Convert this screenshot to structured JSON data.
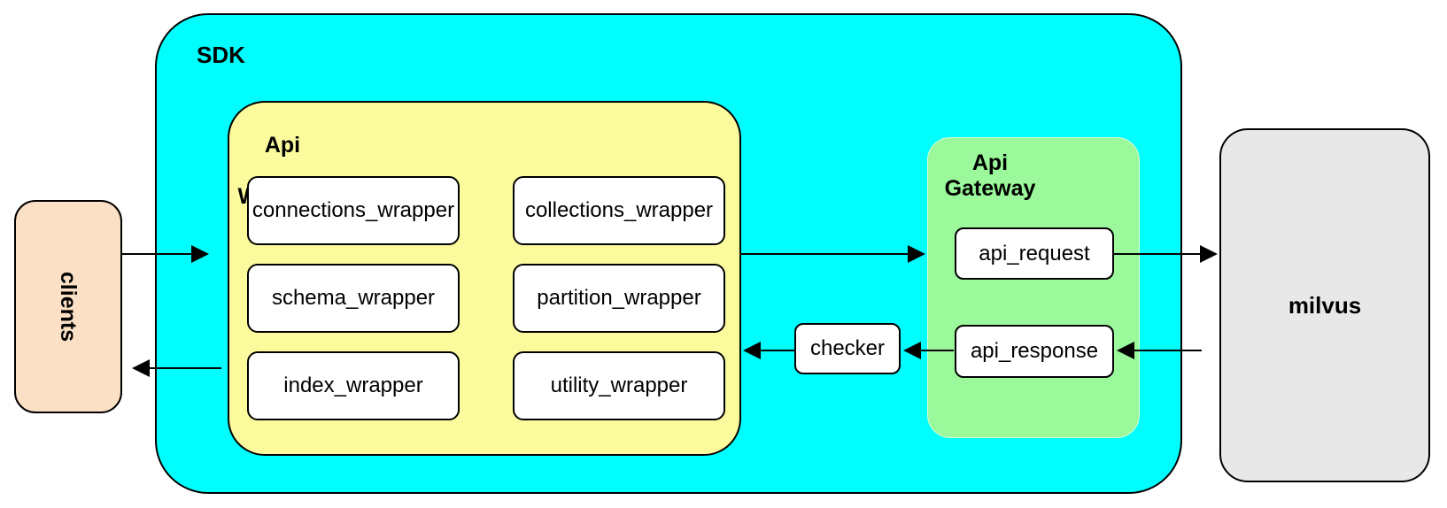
{
  "colors": {
    "background": "#FFFFFF",
    "border": "#000000",
    "sdk_fill": "#00FEFE",
    "api_wrapper_fill": "#FBFB9E",
    "api_gateway_fill": "#9BF89B",
    "clients_fill": "#FBE0C5",
    "milvus_fill": "#E8E8E8",
    "box_fill": "#FFFFFF"
  },
  "nodes": {
    "clients": {
      "label": "clients"
    },
    "sdk": {
      "label": "SDK"
    },
    "api_wrapper": {
      "label_lines": [
        "Api",
        "Wrapper"
      ],
      "boxes": [
        "connections_wrapper",
        "collections_wrapper",
        "schema_wrapper",
        "partition_wrapper",
        "index_wrapper",
        "utility_wrapper"
      ]
    },
    "checker": {
      "label": "checker"
    },
    "api_gateway": {
      "label_lines": [
        "Api",
        "Gateway"
      ],
      "boxes": [
        "api_request",
        "api_response"
      ]
    },
    "milvus": {
      "label": "milvus"
    }
  },
  "edges": [
    {
      "from": "clients",
      "to": "sdk"
    },
    {
      "from": "api_wrapper",
      "to": "api_gateway"
    },
    {
      "from": "api_request",
      "to": "milvus"
    },
    {
      "from": "milvus",
      "to": "api_response"
    },
    {
      "from": "api_response",
      "to": "checker"
    },
    {
      "from": "checker",
      "to": "api_wrapper"
    },
    {
      "from": "api_wrapper",
      "to": "clients"
    }
  ]
}
